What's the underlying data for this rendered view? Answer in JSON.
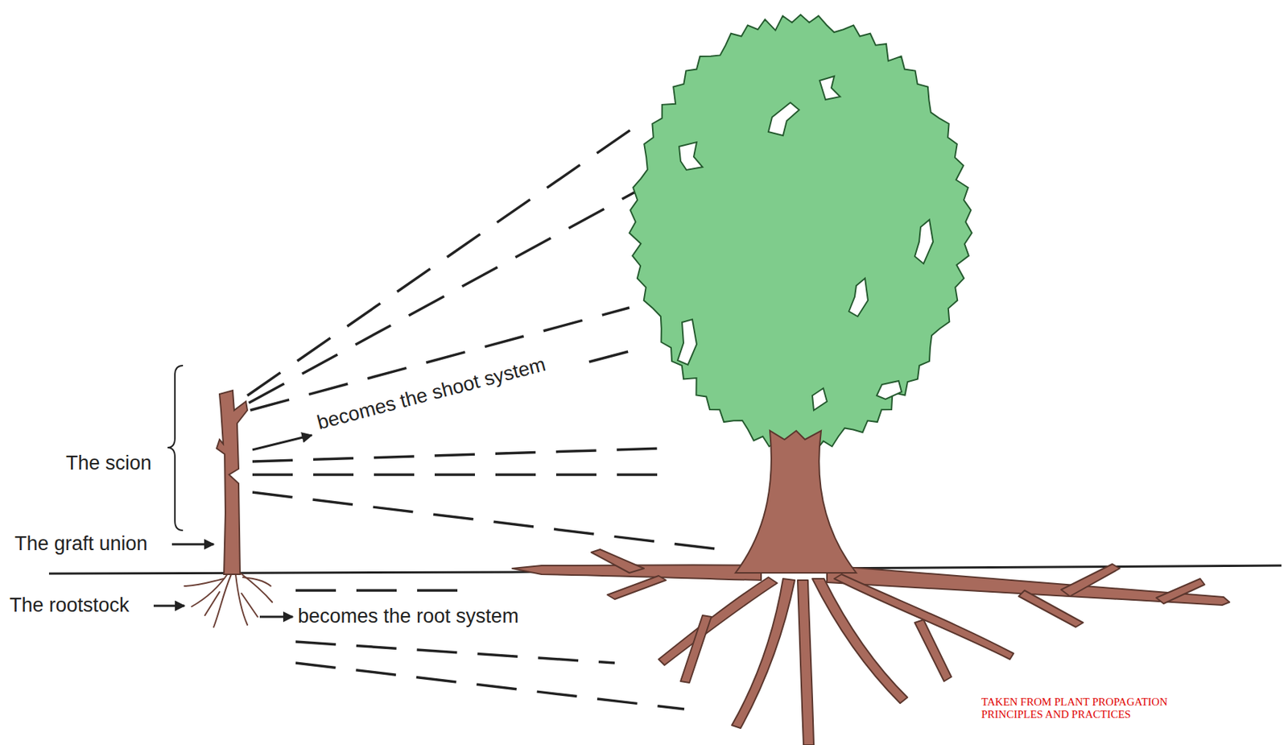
{
  "diagram": {
    "labels": [
      "The scion",
      "becomes the shoot system",
      "The graft union",
      "The rootstock",
      "becomes the root system",
      "TAKEN FROM PLANT PROPAGATION PRINCIPLES AND PRACTICES"
    ]
  }
}
